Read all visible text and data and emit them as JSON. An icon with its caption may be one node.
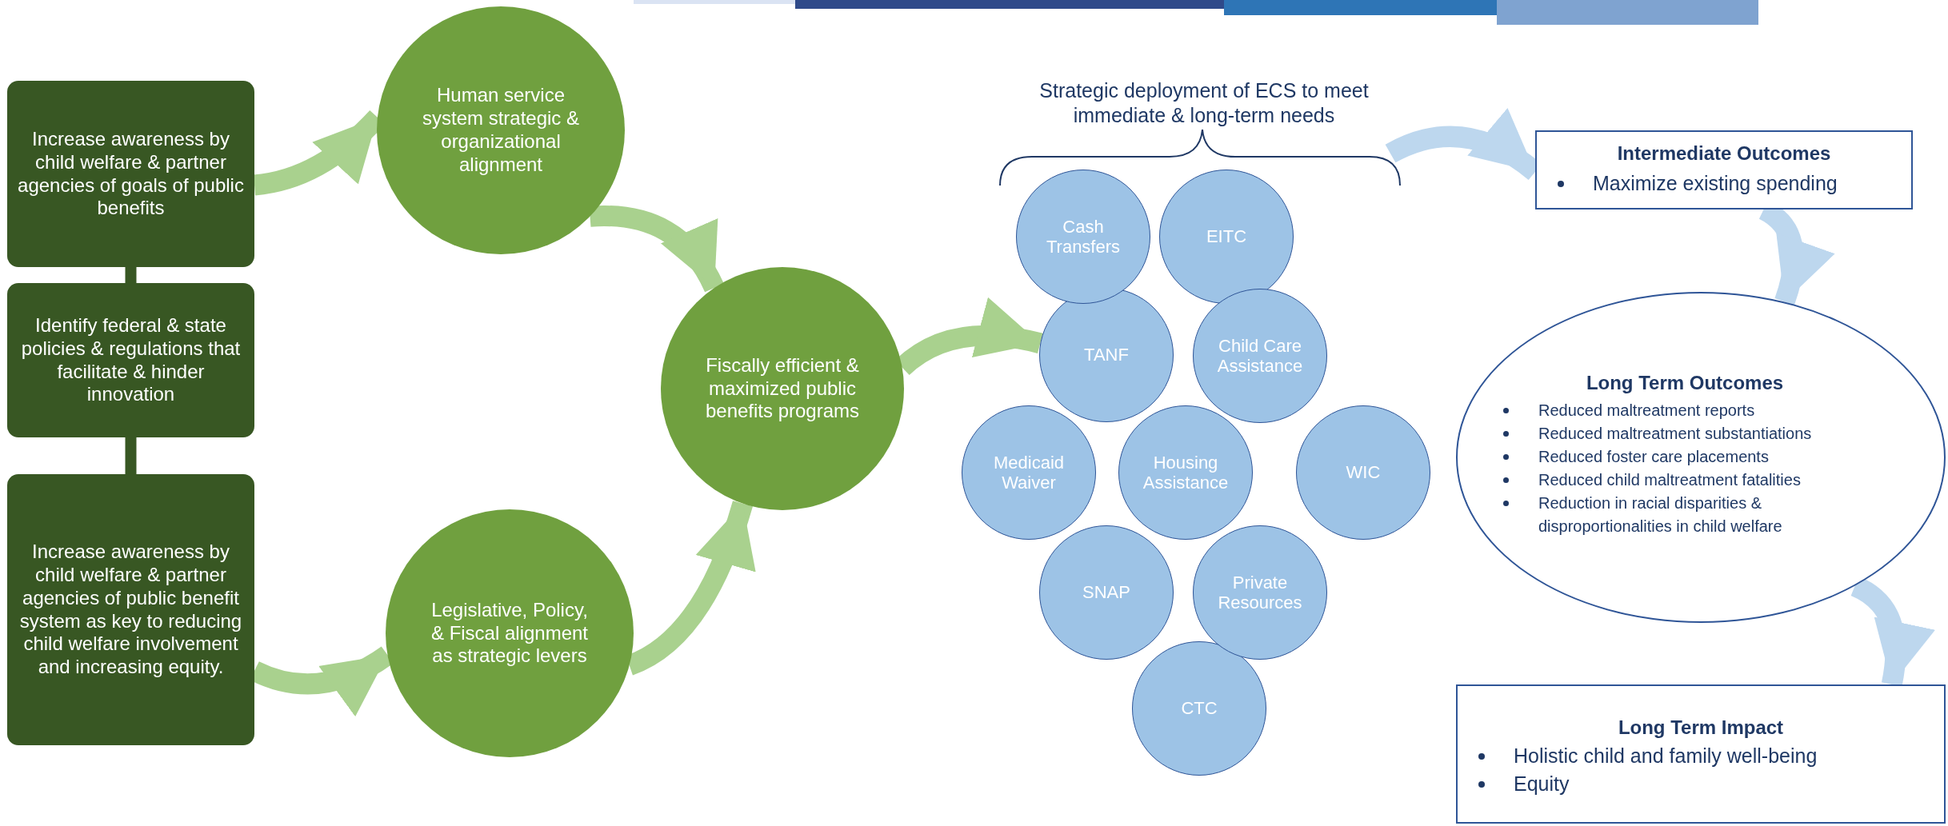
{
  "diagram": {
    "nodes": [
      {
        "text": [
          "Increase awareness by child welfare & partner agencies of goals of public benefits"
        ]
      },
      {
        "text": [
          "Identify federal & state policies & regulations that facilitate & hinder innovation"
        ]
      },
      {
        "text": [
          "Increase awareness by child welfare & partner agencies of public benefit system as key to reducing child welfare involvement and increasing equity."
        ]
      },
      {
        "text": [
          "Human service system strategic & organizational alignment"
        ]
      },
      {
        "text": [
          "Fiscally efficient & maximized public benefits programs"
        ]
      },
      {
        "text": [
          "Legislative, Policy, & Fiscal alignment as strategic levers"
        ]
      },
      {
        "text": [
          "Cash Transfers"
        ]
      },
      {
        "text": [
          "EITC"
        ]
      },
      {
        "text": [
          "TANF"
        ]
      },
      {
        "text": [
          "Child Care Assistance"
        ]
      },
      {
        "text": [
          "Medicaid Waiver"
        ]
      },
      {
        "text": [
          "Housing Assistance"
        ]
      },
      {
        "text": [
          "WIC"
        ]
      },
      {
        "text": [
          "SNAP"
        ]
      },
      {
        "text": [
          "Private Resources"
        ]
      },
      {
        "text": [
          "CTC"
        ]
      },
      {
        "text": [
          "Intermediate Outcomes",
          "Maximize existing spending"
        ]
      },
      {
        "text": [
          "Long Term Outcomes",
          "Reduced maltreatment reports",
          "Reduced maltreatment substantiations",
          "Reduced foster care placements",
          "Reduced child maltreatment fatalities",
          "Reduction in racial disparities & disproportionalities in child welfare"
        ]
      },
      {
        "text": [
          "Long Term Impact",
          "Holistic child and family well-being",
          "Equity"
        ]
      }
    ],
    "edges": [
      {
        "from": 0,
        "to": 3,
        "arrow": "to"
      },
      {
        "from": 3,
        "to": 4,
        "arrow": "to"
      },
      {
        "from": 2,
        "to": 5,
        "arrow": "to"
      },
      {
        "from": 5,
        "to": 4,
        "arrow": "to"
      },
      {
        "from": 4,
        "to": 8,
        "arrow": "to"
      },
      {
        "from": null,
        "to": 16,
        "arrow": "to",
        "color": "#bdd7ee"
      },
      {
        "from": 16,
        "to": 17,
        "arrow": "to",
        "color": "#bdd7ee"
      },
      {
        "from": 17,
        "to": 18,
        "arrow": "to",
        "color": "#bdd7ee"
      },
      {
        "from": 0,
        "to": 1,
        "arrow": "none",
        "color": "#385723"
      },
      {
        "from": 1,
        "to": 2,
        "arrow": "none",
        "color": "#385723"
      }
    ],
    "labels": [
      "Strategic deployment of ECS to meet immediate & long-term needs"
    ]
  }
}
